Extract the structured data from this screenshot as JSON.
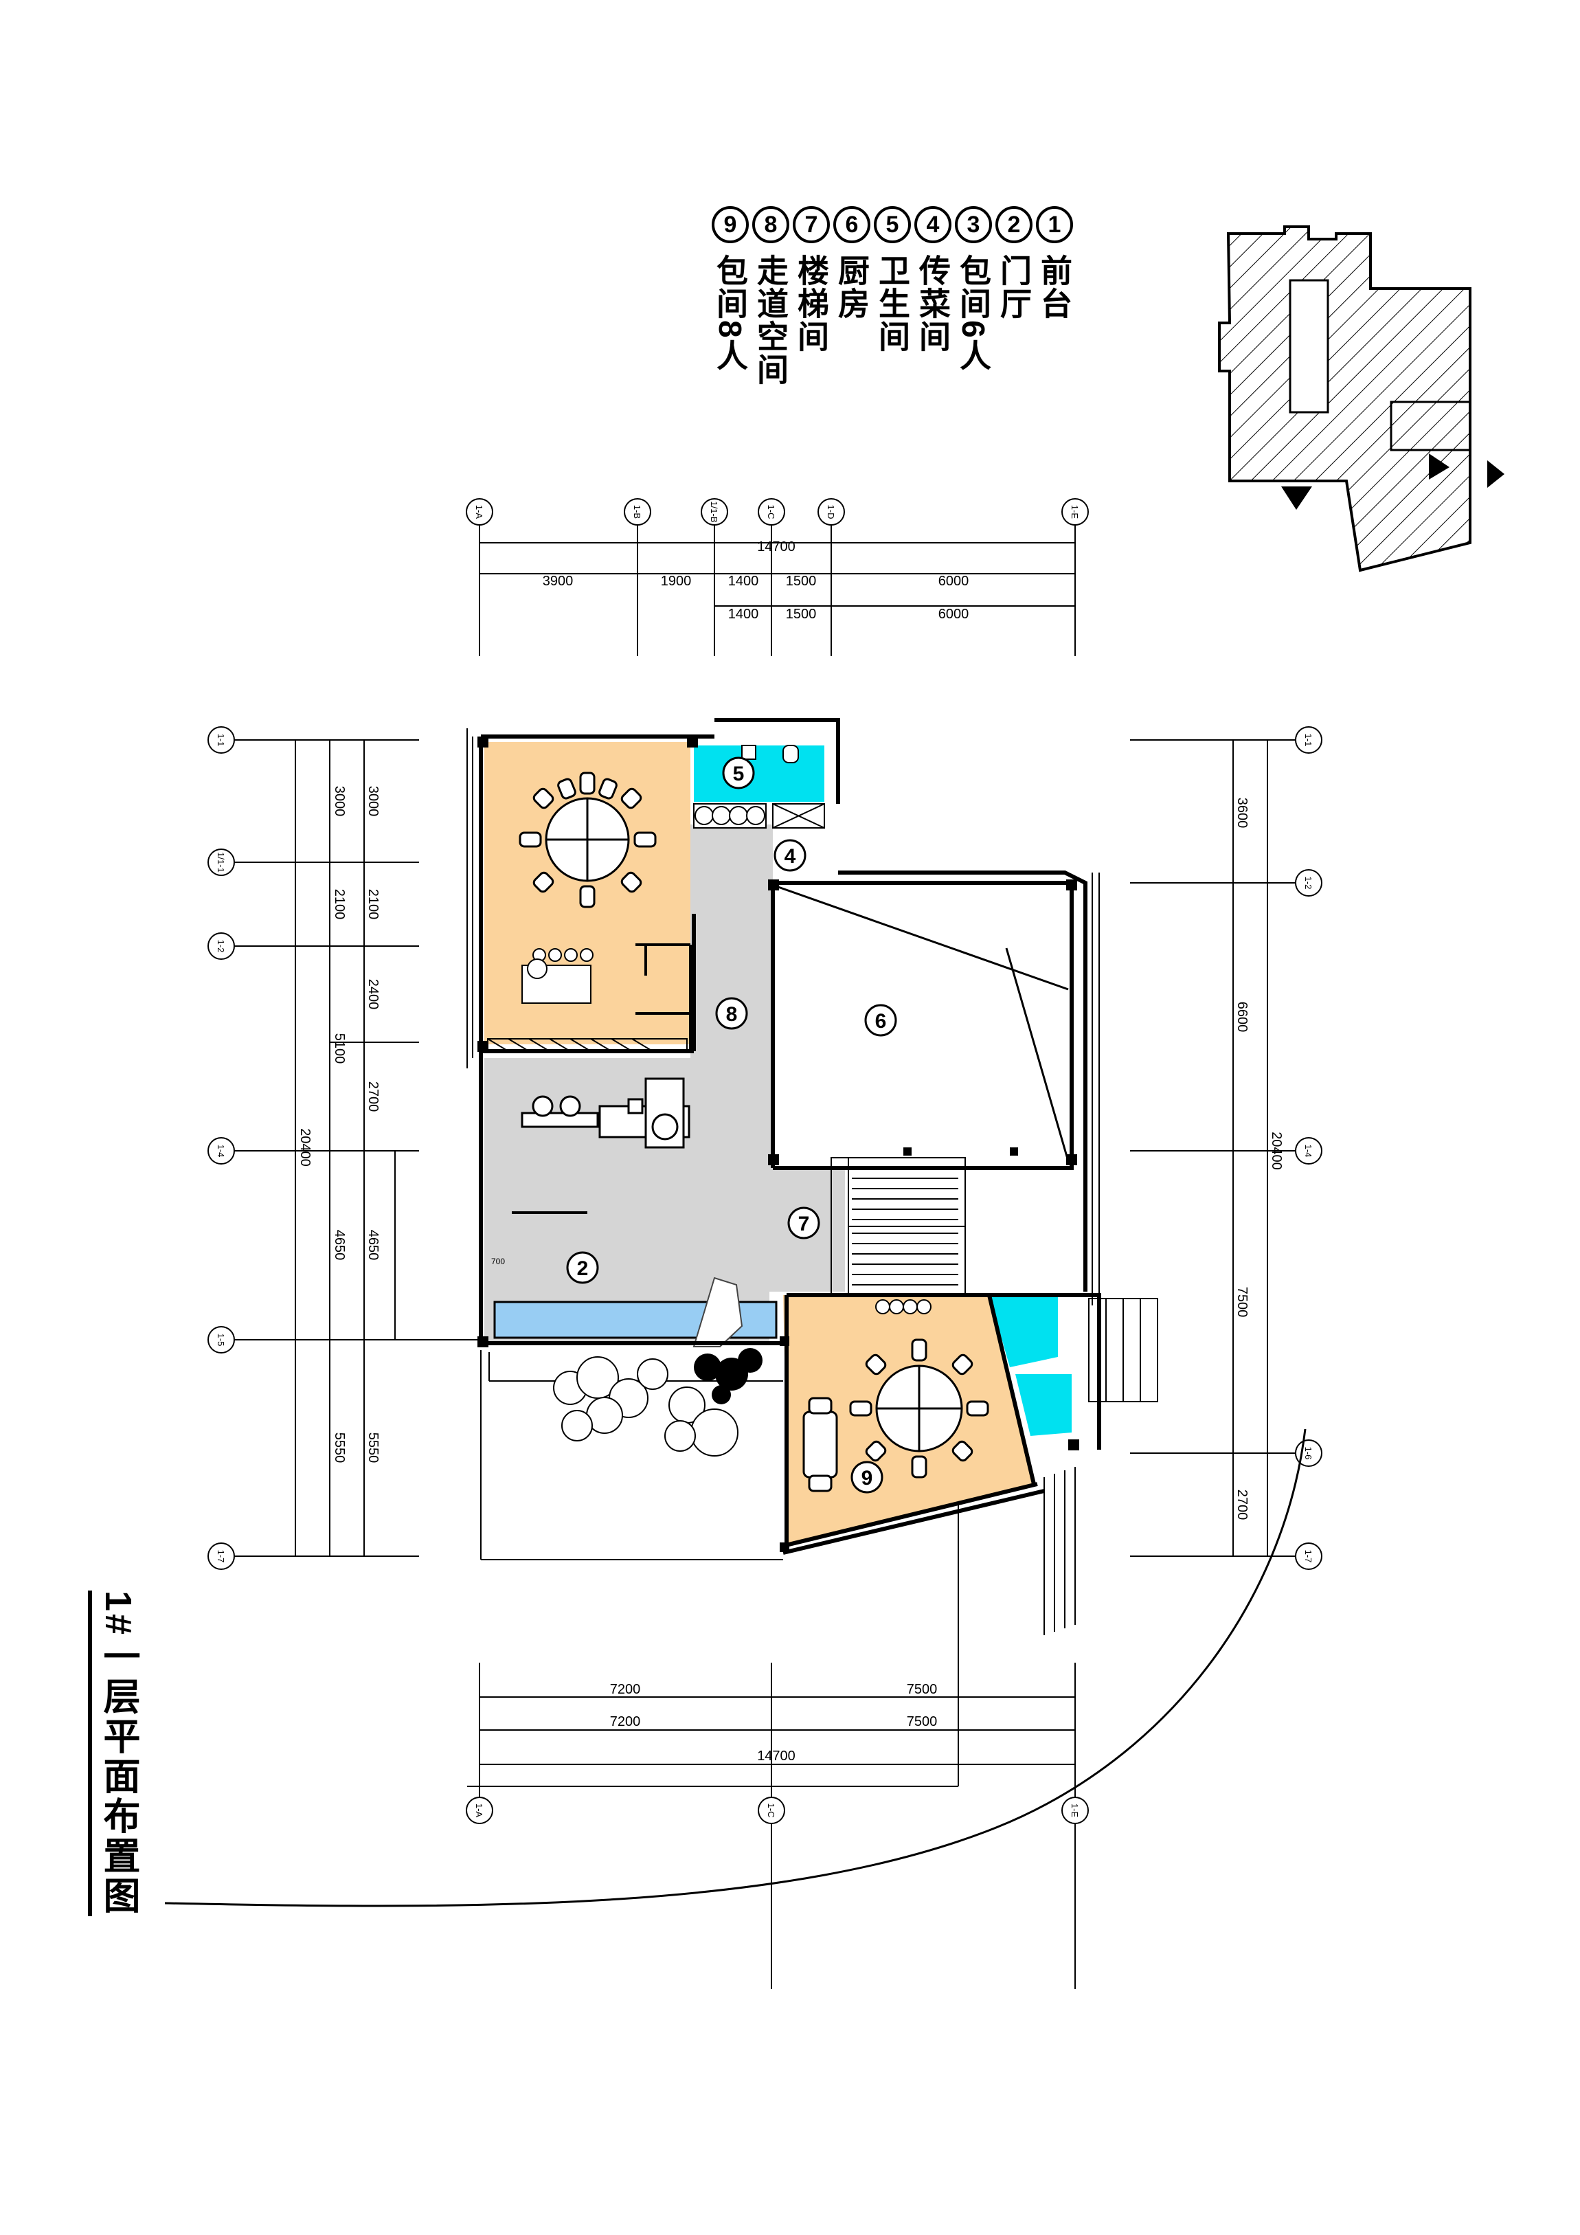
{
  "legend": [
    {
      "num": "1",
      "label": "前台"
    },
    {
      "num": "2",
      "label": "门厅"
    },
    {
      "num": "3",
      "label": "包间6人"
    },
    {
      "num": "4",
      "label": "传菜间"
    },
    {
      "num": "5",
      "label": "卫生间"
    },
    {
      "num": "6",
      "label": "厨房"
    },
    {
      "num": "7",
      "label": "楼梯间"
    },
    {
      "num": "8",
      "label": "走道空间"
    },
    {
      "num": "9",
      "label": "包间8人"
    }
  ],
  "title": "1#一层平面布置图",
  "top_dims": {
    "total": "14700",
    "row1": [
      "3900",
      "1900",
      "1400",
      "1500",
      "6000"
    ],
    "row2": [
      "1400",
      "1500",
      "6000"
    ]
  },
  "bottom_dims": {
    "row1": [
      "7200",
      "7500"
    ],
    "row2": [
      "7200",
      "7500"
    ],
    "total": "14700"
  },
  "left_dims": {
    "outer": [
      "3000",
      "2100",
      "5100",
      "4650",
      "5550"
    ],
    "inner": [
      "3000",
      "2100",
      "2400",
      "2700",
      "4650",
      "5550"
    ],
    "total": "20400"
  },
  "right_dims": {
    "segs": [
      "3600",
      "6600",
      "7500",
      "2700"
    ],
    "total": "20400"
  },
  "grid_labels": {
    "top": [
      "1-A",
      "1-B",
      "1/1-B",
      "1-C",
      "1-D",
      "1-E"
    ],
    "bottom": [
      "1-A",
      "1-C",
      "1-E"
    ],
    "left": [
      "1-1",
      "1/1-1",
      "1-2",
      "1-4",
      "1-5",
      "1-7"
    ],
    "right": [
      "1-1",
      "1-2",
      "1-4",
      "1-6",
      "1-7"
    ]
  },
  "room_marks": [
    "5",
    "4",
    "8",
    "6",
    "7",
    "2",
    "9"
  ],
  "small_text": [
    "700"
  ],
  "colors": {
    "room_peach": "#fbd39c",
    "corridor_gray": "#d5d5d5",
    "bath_cyan": "#00e1f0",
    "pool_blue": "#98cdf3"
  }
}
